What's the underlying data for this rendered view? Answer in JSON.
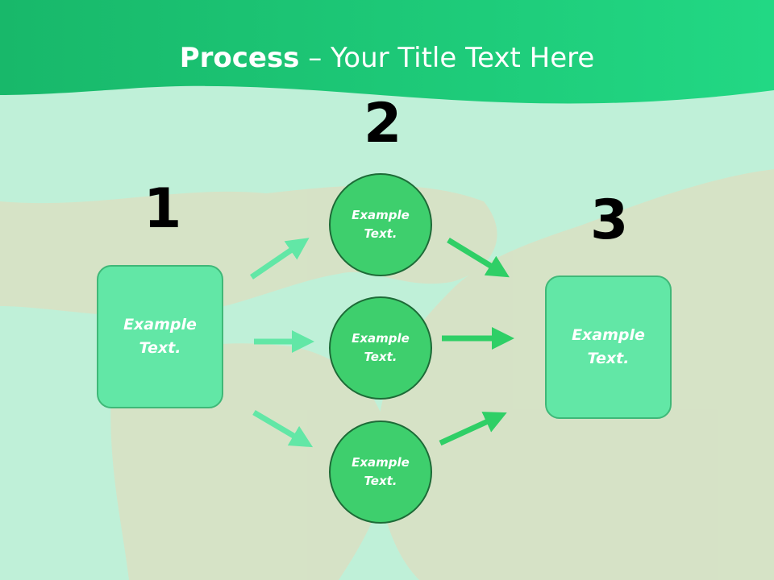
{
  "title": {
    "bold": "Process",
    "rest": " – Your Title Text Here"
  },
  "steps": [
    {
      "number": "1",
      "label": "Example\nText."
    },
    {
      "number": "2",
      "label": ""
    },
    {
      "number": "3",
      "label": "Example\nText."
    }
  ],
  "circles": [
    {
      "label": "Example\nText."
    },
    {
      "label": "Example\nText."
    },
    {
      "label": "Example\nText."
    }
  ],
  "colors": {
    "header": "#1fcf7a",
    "background": "#bff0d8",
    "box_fill": "#62e7a6",
    "circle_fill": "#3ecf6d",
    "arrow_light": "#62e7a6",
    "arrow_dark": "#2fcf66"
  }
}
